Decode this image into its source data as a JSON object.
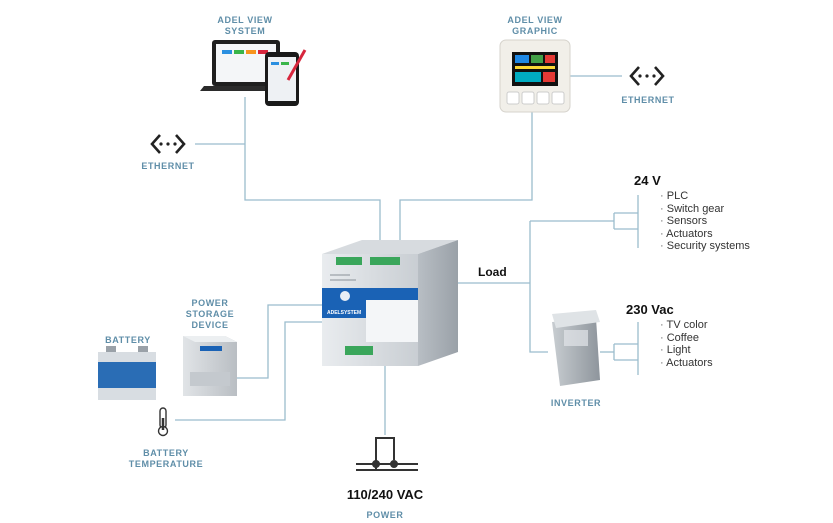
{
  "labels": {
    "adel_view_system_1": "ADEL VIEW",
    "adel_view_system_2": "SYSTEM",
    "adel_view_graphic_1": "ADEL VIEW",
    "adel_view_graphic_2": "GRAPHIC",
    "ethernet_left": "ETHERNET",
    "ethernet_right": "ETHERNET",
    "battery": "BATTERY",
    "power_storage_1": "POWER",
    "power_storage_2": "STORAGE",
    "power_storage_3": "DEVICE",
    "battery_temp_1": "BATTERY",
    "battery_temp_2": "TEMPERATURE",
    "load": "Load",
    "inverter": "INVERTER",
    "power_voltage": "110/240 VAC",
    "power": "POWER",
    "dc_voltage": "24 V",
    "ac_voltage": "230 Vac"
  },
  "dc_loads": [
    "PLC",
    "Switch gear",
    "Sensors",
    "Actuators",
    "Security systems"
  ],
  "ac_loads": [
    "TV color",
    "Coffee",
    "Light",
    "Actuators"
  ],
  "device_brand": "ADELSYSTEM",
  "colors": {
    "line": "#9bbccd",
    "caption": "#5f8ea8",
    "accent": "#1a62b5"
  }
}
